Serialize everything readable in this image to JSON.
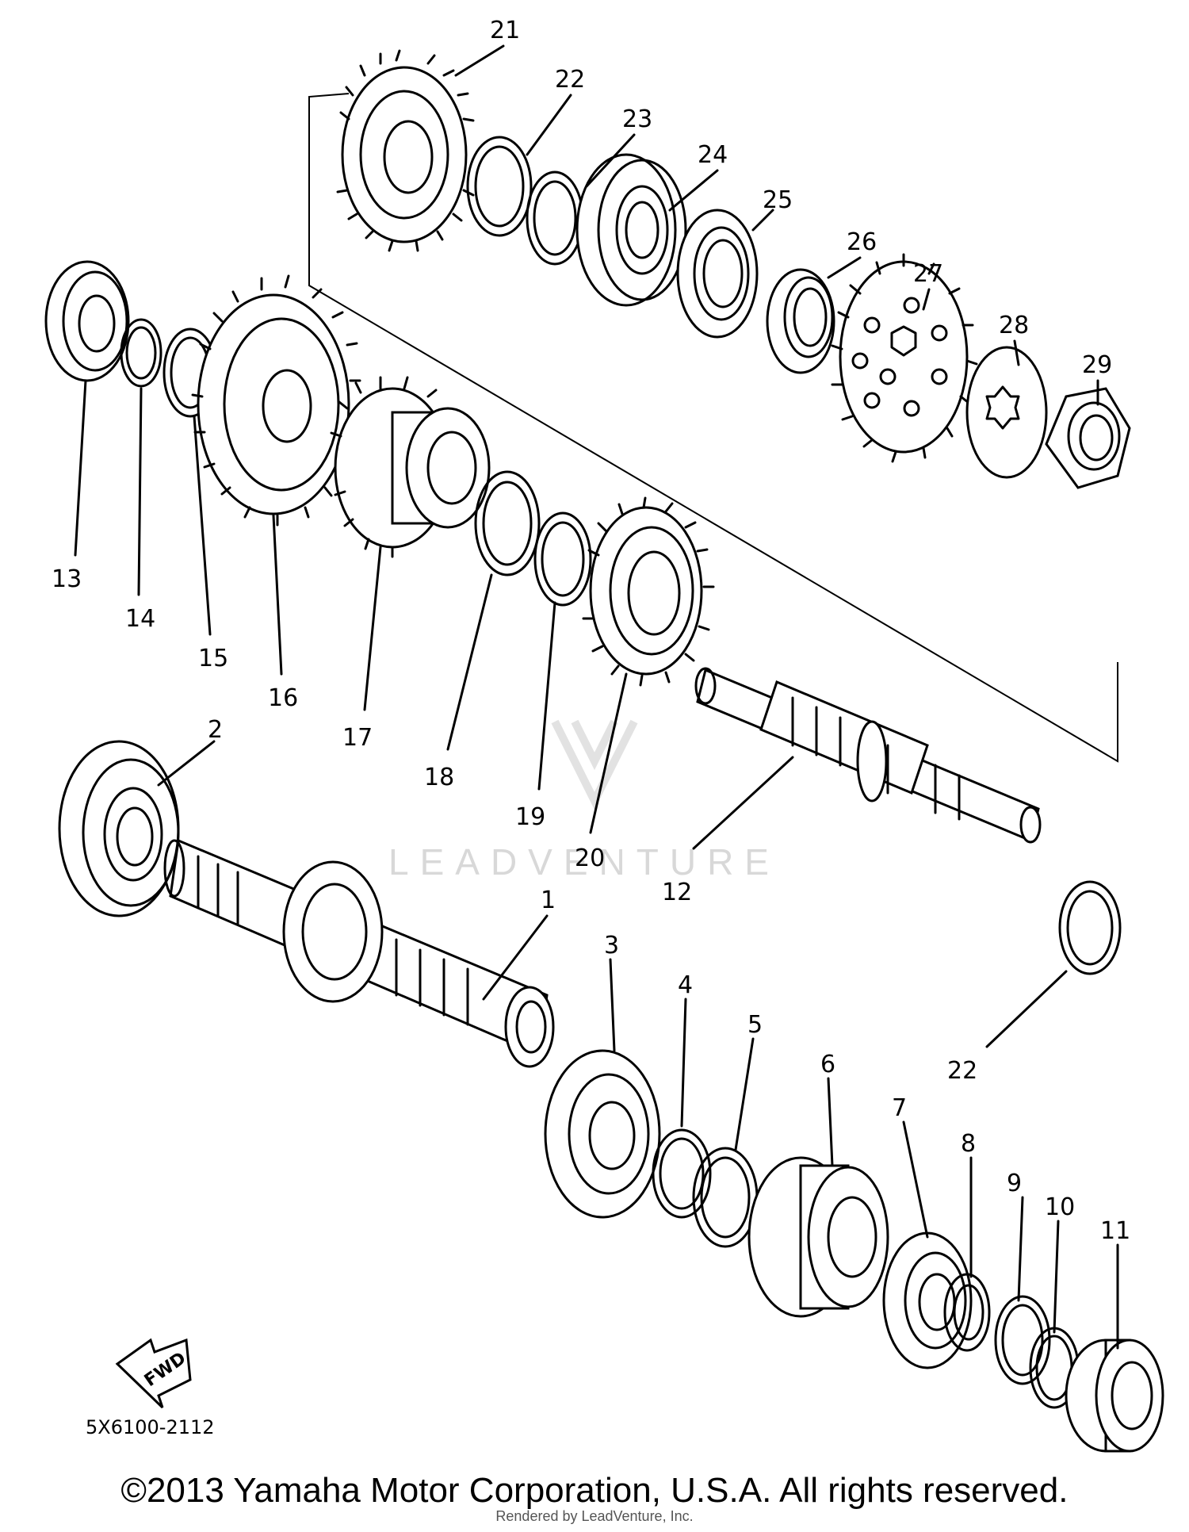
{
  "diagram": {
    "part_numbers": [
      "1",
      "2",
      "3",
      "4",
      "5",
      "6",
      "7",
      "8",
      "9",
      "10",
      "11",
      "12",
      "13",
      "14",
      "15",
      "16",
      "17",
      "18",
      "19",
      "20",
      "21",
      "22",
      "23",
      "24",
      "25",
      "26",
      "27",
      "28",
      "29",
      "22"
    ],
    "direction_label": "FWD",
    "diagram_code": "5X6100-2112",
    "watermark": "LEADVENTURE"
  },
  "footer": {
    "copyright": "©2013 Yamaha Motor Corporation, U.S.A. All rights reserved.",
    "rendered_by": "Rendered by LeadVenture, Inc."
  }
}
